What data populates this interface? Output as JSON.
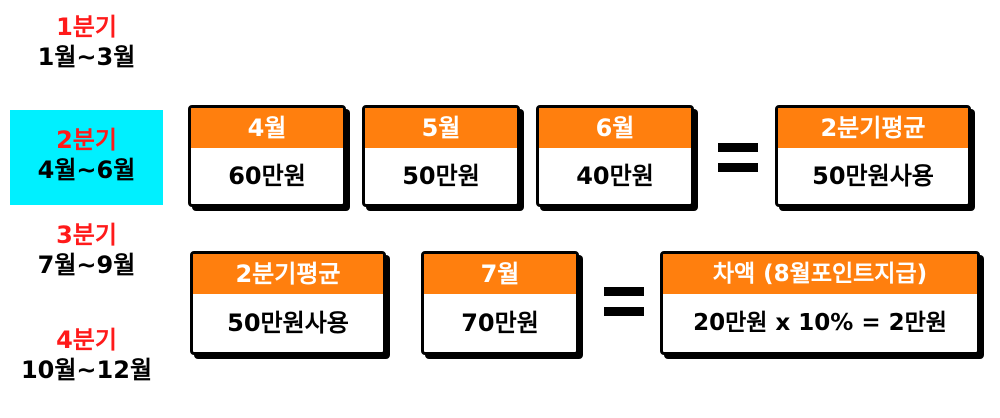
{
  "quarters": [
    {
      "label": "1분기",
      "range": "1월~3월"
    },
    {
      "label": "2분기",
      "range": "4월~6월"
    },
    {
      "label": "3분기",
      "range": "7월~9월"
    },
    {
      "label": "4분기",
      "range": "10월~12월"
    }
  ],
  "row1": {
    "months": [
      {
        "head": "4월",
        "value": "60만원"
      },
      {
        "head": "5월",
        "value": "50만원"
      },
      {
        "head": "6월",
        "value": "40만원"
      }
    ],
    "result": {
      "head": "2분기평균",
      "value": "50만원사용"
    }
  },
  "row2": {
    "average": {
      "head": "2분기평균",
      "value": "50만원사용"
    },
    "month": {
      "head": "7월",
      "value": "70만원"
    },
    "result": {
      "head": "차액 (8월포인트지급)",
      "value": "20만원 x 10% = 2만원"
    }
  },
  "colors": {
    "header_orange": "#ff7f0e",
    "quarter_red": "#ff1a1a",
    "highlight_cyan": "#00f0ff"
  }
}
